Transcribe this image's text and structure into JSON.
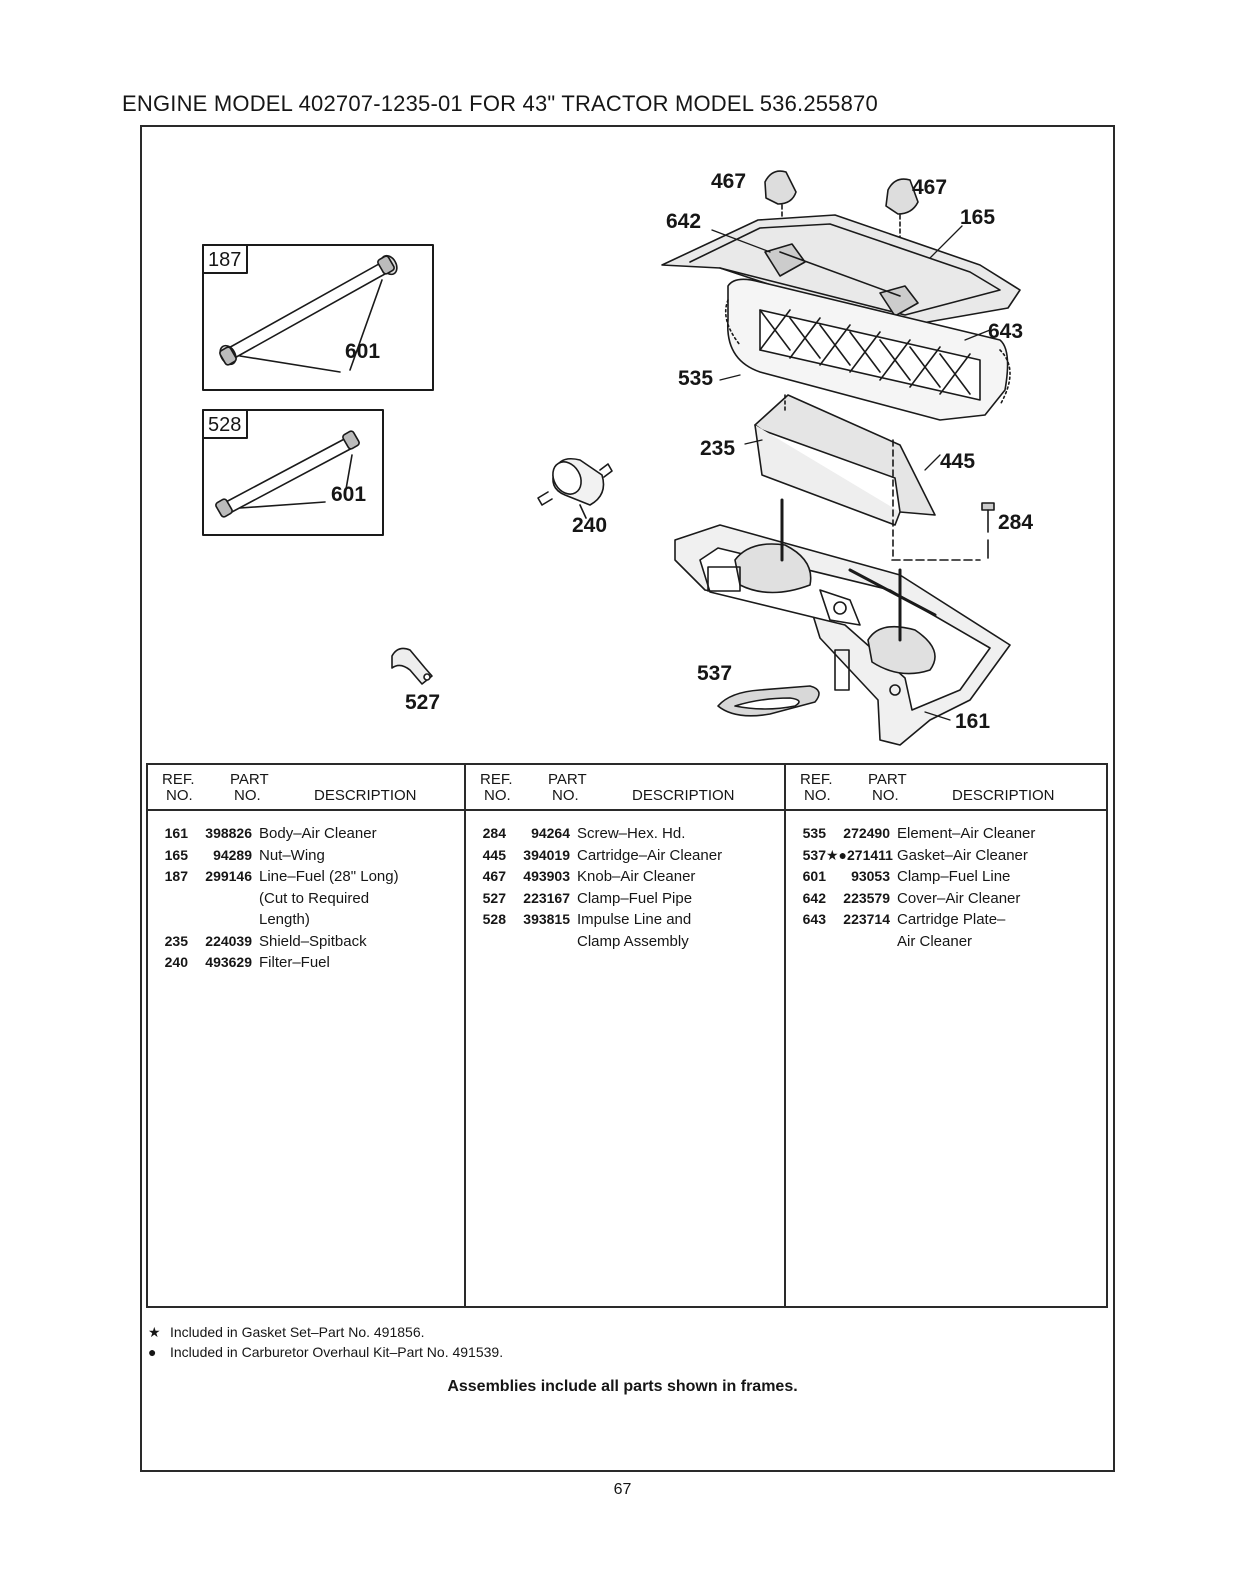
{
  "page_title": "ENGINE MODEL 402707-1235-01 FOR 43\" TRACTOR MODEL 536.255870",
  "frames": [
    {
      "id": "187",
      "part_callout": "601"
    },
    {
      "id": "528",
      "part_callout": "601"
    }
  ],
  "callouts": {
    "c467a": "467",
    "c467b": "467",
    "c642": "642",
    "c165": "165",
    "c643": "643",
    "c535": "535",
    "c235": "235",
    "c445": "445",
    "c284": "284",
    "c240": "240",
    "c527": "527",
    "c537": "537",
    "c161": "161"
  },
  "table": {
    "headers": {
      "ref_line1": "REF.",
      "ref_line2": "NO.",
      "part_line1": "PART",
      "part_line2": "NO.",
      "description": "DESCRIPTION"
    },
    "columns": [
      [
        {
          "ref": "161",
          "part": "398826",
          "desc": "Body–Air Cleaner"
        },
        {
          "ref": "165",
          "part": "94289",
          "desc": "Nut–Wing"
        },
        {
          "ref": "187",
          "part": "299146",
          "desc": "Line–Fuel (28\" Long)"
        },
        {
          "ref": "",
          "part": "",
          "desc": "(Cut to Required"
        },
        {
          "ref": "",
          "part": "",
          "desc": "Length)"
        },
        {
          "ref": "235",
          "part": "224039",
          "desc": "Shield–Spitback"
        },
        {
          "ref": "240",
          "part": "493629",
          "desc": "Filter–Fuel"
        }
      ],
      [
        {
          "ref": "284",
          "part": "94264",
          "desc": "Screw–Hex. Hd."
        },
        {
          "ref": "445",
          "part": "394019",
          "desc": "Cartridge–Air Cleaner"
        },
        {
          "ref": "467",
          "part": "493903",
          "desc": "Knob–Air Cleaner"
        },
        {
          "ref": "527",
          "part": "223167",
          "desc": "Clamp–Fuel Pipe"
        },
        {
          "ref": "528",
          "part": "393815",
          "desc": "Impulse Line and"
        },
        {
          "ref": "",
          "part": "",
          "desc": "Clamp Assembly"
        }
      ],
      [
        {
          "ref": "535",
          "part": "272490",
          "desc": "Element–Air Cleaner"
        },
        {
          "ref": "537",
          "part": "★●271411",
          "desc": "Gasket–Air Cleaner"
        },
        {
          "ref": "601",
          "part": "93053",
          "desc": "Clamp–Fuel Line"
        },
        {
          "ref": "642",
          "part": "223579",
          "desc": "Cover–Air Cleaner"
        },
        {
          "ref": "643",
          "part": "223714",
          "desc": "Cartridge Plate–"
        },
        {
          "ref": "",
          "part": "",
          "desc": "Air Cleaner"
        }
      ]
    ]
  },
  "footnotes": [
    {
      "symbol": "★",
      "text": "Included in Gasket Set–Part No. 491856."
    },
    {
      "symbol": "●",
      "text": "Included in Carburetor Overhaul Kit–Part No. 491539."
    }
  ],
  "assembly_note": "Assemblies include all parts shown in frames.",
  "page_number": "67"
}
